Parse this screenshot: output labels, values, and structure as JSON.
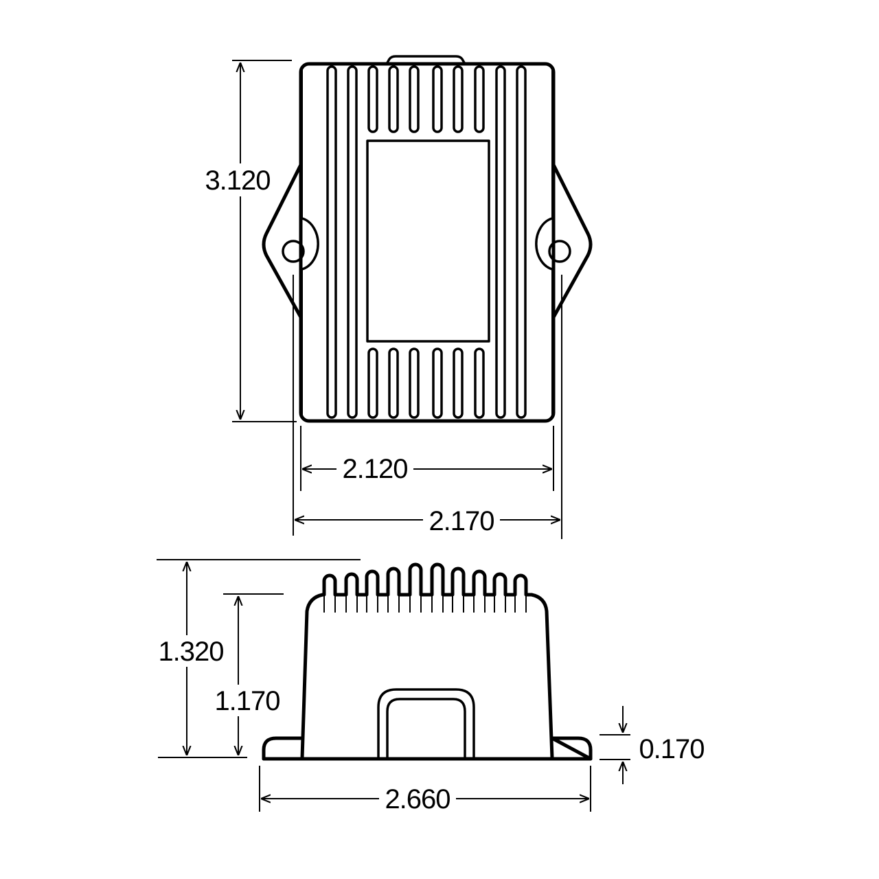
{
  "drawing": {
    "top_view": {
      "height_dim": "3.120",
      "body_width_dim": "2.120",
      "overall_width_dim": "2.170"
    },
    "side_view": {
      "overall_height_dim": "1.320",
      "body_height_dim": "1.170",
      "flange_thickness_dim": "0.170",
      "flange_width_dim": "2.660"
    }
  }
}
